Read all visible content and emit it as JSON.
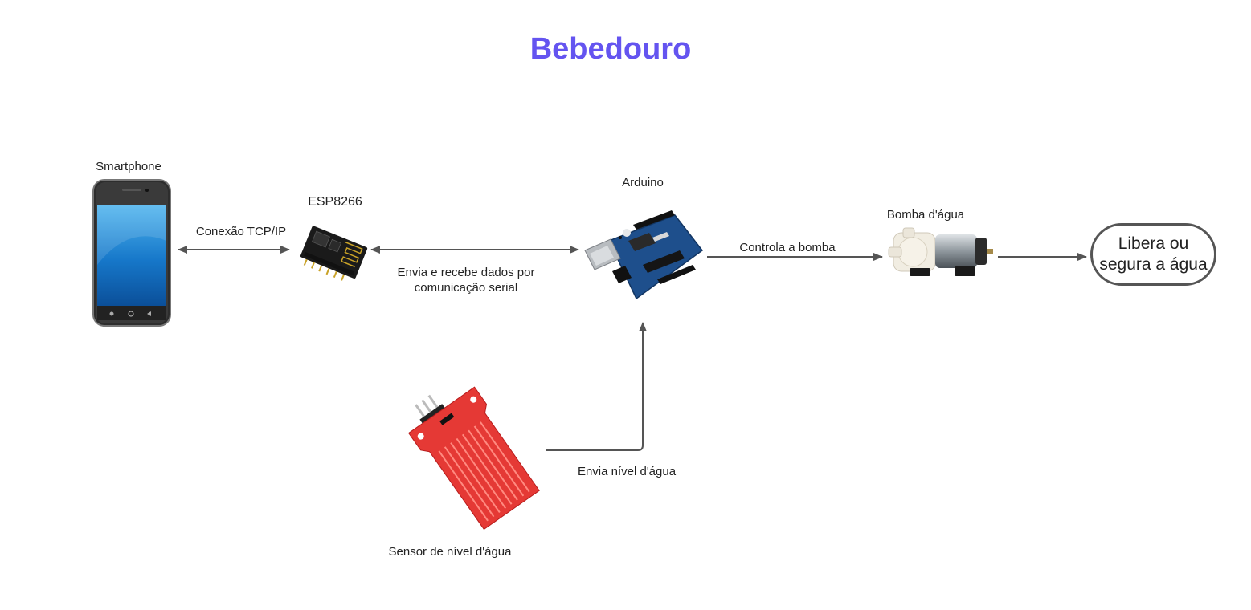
{
  "title": "Bebedouro",
  "nodes": {
    "smartphone": {
      "label": "Smartphone"
    },
    "esp": {
      "label": "ESP8266"
    },
    "arduino": {
      "label": "Arduino"
    },
    "pump": {
      "label": "Bomba d'água"
    },
    "sensor": {
      "label": "Sensor de nível d'água"
    },
    "result": {
      "label": "Libera ou segura a água"
    }
  },
  "edges": {
    "phone_esp": {
      "label": "Conexão TCP/IP"
    },
    "esp_arduino": {
      "label": "Envia e recebe dados por comunicação serial"
    },
    "arduino_pump": {
      "label": "Controla a bomba"
    },
    "sensor_arduino": {
      "label": "Envia nível d'água"
    }
  },
  "colors": {
    "title": "#6454f0",
    "arrow": "#555555",
    "sensor": "#e53935",
    "arduino": "#1e4f8c",
    "esp": "#1a1a1a"
  }
}
